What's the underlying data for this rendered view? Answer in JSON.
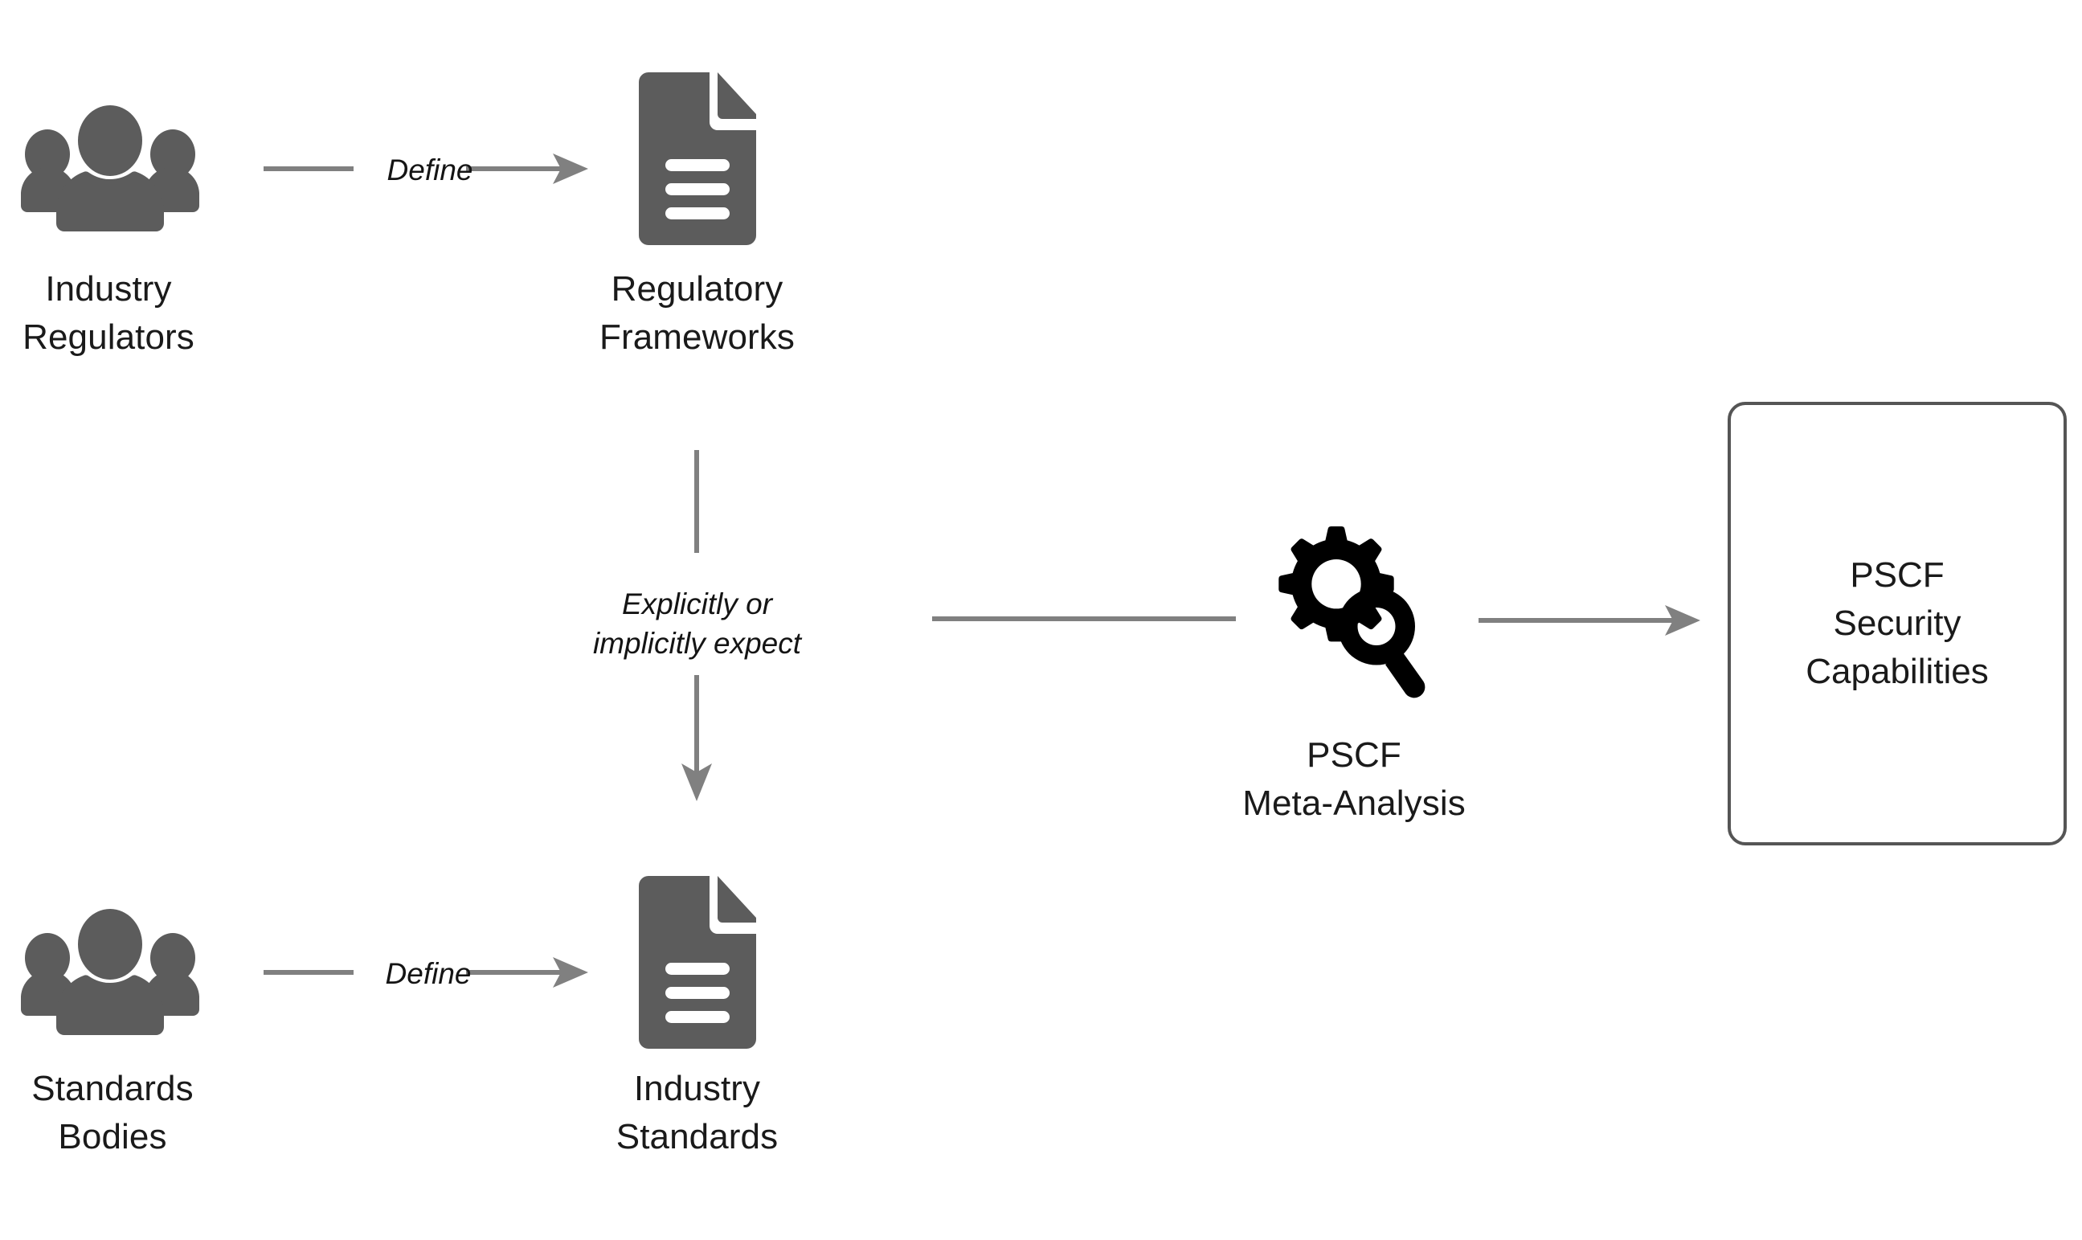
{
  "diagram": {
    "title": "PSCF meta-analysis input diagram",
    "background_color": "#ffffff",
    "colors": {
      "icon_gray": "#5C5C5C",
      "connector_gray": "#808080",
      "icon_black": "#000000",
      "box_border": "#555555",
      "text": "#1a1a1a"
    },
    "nodes": [
      {
        "id": "industry-regulators",
        "icon": "people-group-icon",
        "label": "Industry\nRegulators"
      },
      {
        "id": "regulatory-frameworks",
        "icon": "document-icon",
        "label": "Regulatory\nFrameworks"
      },
      {
        "id": "standards-bodies",
        "icon": "people-group-icon",
        "label": "Standards\nBodies"
      },
      {
        "id": "industry-standards",
        "icon": "document-icon",
        "label": "Industry\nStandards"
      },
      {
        "id": "pscf-meta-analysis",
        "icon": "gear-magnifier-icon",
        "label": "PSCF\nMeta-Analysis"
      },
      {
        "id": "pscf-security-capabilities",
        "shape": "rounded-rectangle",
        "label": "PSCF\nSecurity\nCapabilities"
      }
    ],
    "edges": [
      {
        "id": "regulators-define-frameworks",
        "label": "Define",
        "from": "industry-regulators",
        "to": "regulatory-frameworks",
        "direction": "right",
        "arrowhead": true
      },
      {
        "id": "frameworks-expect-standards",
        "label": "Explicitly or\nimplicitly expect",
        "from": "regulatory-frameworks",
        "to": "industry-standards",
        "direction": "down",
        "arrowhead": true
      },
      {
        "id": "bodies-define-standards",
        "label": "Define",
        "from": "standards-bodies",
        "to": "industry-standards",
        "direction": "right",
        "arrowhead": true
      },
      {
        "id": "inputs-to-meta-analysis",
        "label": "",
        "from": "industry-standards",
        "to": "pscf-meta-analysis",
        "direction": "right",
        "arrowhead": false
      },
      {
        "id": "meta-analysis-to-capabilities",
        "label": "",
        "from": "pscf-meta-analysis",
        "to": "pscf-security-capabilities",
        "direction": "right",
        "arrowhead": true
      }
    ]
  }
}
